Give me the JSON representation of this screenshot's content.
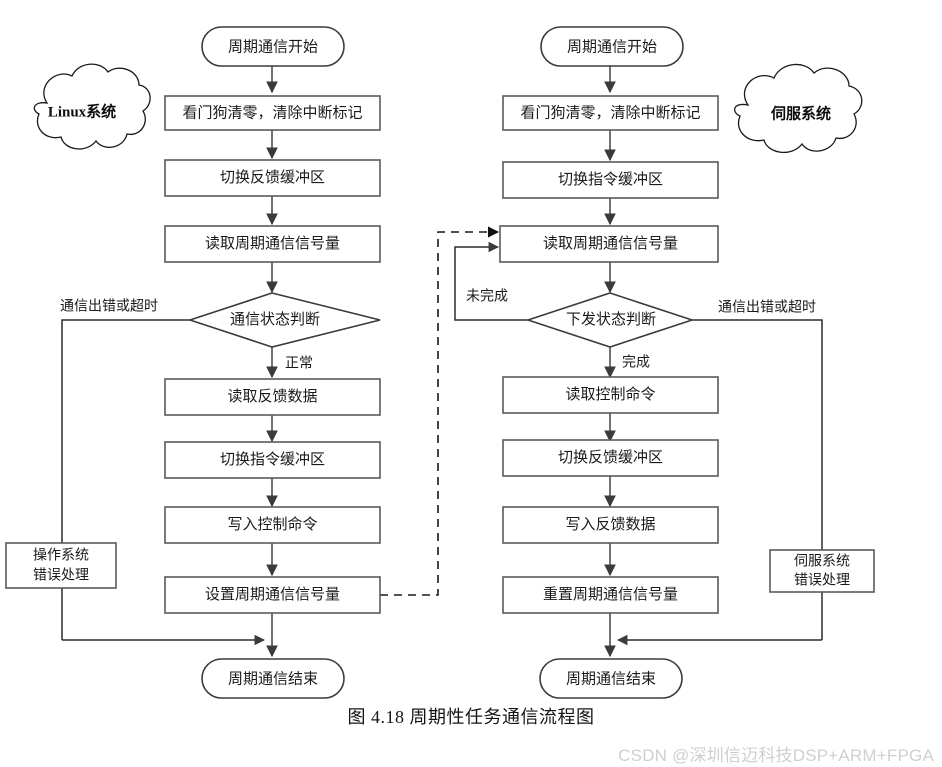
{
  "figure": {
    "caption": "图 4.18 周期性任务通信流程图",
    "watermark": "CSDN @深圳信迈科技DSP+ARM+FPGA",
    "colors": {
      "background": "#ffffff",
      "box_stroke": "#5a5a5a",
      "edge_stroke": "#5a5a5a",
      "dashed_stroke": "#1a1a1a",
      "text": "#1a1a1a",
      "watermark": "#cfcfcf"
    }
  },
  "clouds": [
    {
      "id": "cloud-linux",
      "label": "Linux系统"
    },
    {
      "id": "cloud-servo",
      "label": "伺服系统"
    }
  ],
  "left_flow": {
    "title": "Linux系统",
    "start": "周期通信开始",
    "steps": [
      "看门狗清零，清除中断标记",
      "切换反馈缓冲区",
      "读取周期通信信号量"
    ],
    "decision": "通信状态判断",
    "decision_branch_error": "通信出错或超时",
    "decision_branch_ok": "正常",
    "after_decision": [
      "读取反馈数据",
      "切换指令缓冲区",
      "写入控制命令",
      "设置周期通信信号量"
    ],
    "error_handler": {
      "line1": "操作系统",
      "line2": "错误处理"
    },
    "end": "周期通信结束"
  },
  "right_flow": {
    "title": "伺服系统",
    "start": "周期通信开始",
    "steps": [
      "看门狗清零，清除中断标记",
      "切换指令缓冲区",
      "读取周期通信信号量"
    ],
    "decision": "下发状态判断",
    "decision_branch_incomplete": "未完成",
    "decision_branch_error": "通信出错或超时",
    "decision_branch_ok": "完成",
    "after_decision": [
      "读取控制命令",
      "切换反馈缓冲区",
      "写入反馈数据",
      "重置周期通信信号量"
    ],
    "error_handler": {
      "line1": "伺服系统",
      "line2": "错误处理"
    },
    "end": "周期通信结束"
  },
  "chart_data": {
    "type": "diagram",
    "title": "图 4.18 周期性任务通信流程图",
    "lanes": [
      {
        "name": "Linux系统",
        "nodes": [
          {
            "id": "L0",
            "type": "terminator",
            "text": "周期通信开始"
          },
          {
            "id": "L1",
            "type": "process",
            "text": "看门狗清零，清除中断标记"
          },
          {
            "id": "L2",
            "type": "process",
            "text": "切换反馈缓冲区"
          },
          {
            "id": "L3",
            "type": "process",
            "text": "读取周期通信信号量"
          },
          {
            "id": "L4",
            "type": "decision",
            "text": "通信状态判断"
          },
          {
            "id": "L5",
            "type": "process",
            "text": "读取反馈数据"
          },
          {
            "id": "L6",
            "type": "process",
            "text": "切换指令缓冲区"
          },
          {
            "id": "L7",
            "type": "process",
            "text": "写入控制命令"
          },
          {
            "id": "L8",
            "type": "process",
            "text": "设置周期通信信号量"
          },
          {
            "id": "L9",
            "type": "process",
            "text": "操作系统\n错误处理"
          },
          {
            "id": "L10",
            "type": "terminator",
            "text": "周期通信结束"
          }
        ],
        "edges": [
          {
            "from": "L0",
            "to": "L1",
            "label": ""
          },
          {
            "from": "L1",
            "to": "L2",
            "label": ""
          },
          {
            "from": "L2",
            "to": "L3",
            "label": ""
          },
          {
            "from": "L3",
            "to": "L4",
            "label": ""
          },
          {
            "from": "L4",
            "to": "L5",
            "label": "正常"
          },
          {
            "from": "L4",
            "to": "L9",
            "label": "通信出错或超时"
          },
          {
            "from": "L5",
            "to": "L6",
            "label": ""
          },
          {
            "from": "L6",
            "to": "L7",
            "label": ""
          },
          {
            "from": "L7",
            "to": "L8",
            "label": ""
          },
          {
            "from": "L8",
            "to": "L10",
            "label": ""
          },
          {
            "from": "L9",
            "to": "L10",
            "label": ""
          }
        ]
      },
      {
        "name": "伺服系统",
        "nodes": [
          {
            "id": "R0",
            "type": "terminator",
            "text": "周期通信开始"
          },
          {
            "id": "R1",
            "type": "process",
            "text": "看门狗清零，清除中断标记"
          },
          {
            "id": "R2",
            "type": "process",
            "text": "切换指令缓冲区"
          },
          {
            "id": "R3",
            "type": "process",
            "text": "读取周期通信信号量"
          },
          {
            "id": "R4",
            "type": "decision",
            "text": "下发状态判断"
          },
          {
            "id": "R5",
            "type": "process",
            "text": "读取控制命令"
          },
          {
            "id": "R6",
            "type": "process",
            "text": "切换反馈缓冲区"
          },
          {
            "id": "R7",
            "type": "process",
            "text": "写入反馈数据"
          },
          {
            "id": "R8",
            "type": "process",
            "text": "重置周期通信信号量"
          },
          {
            "id": "R9",
            "type": "process",
            "text": "伺服系统\n错误处理"
          },
          {
            "id": "R10",
            "type": "terminator",
            "text": "周期通信结束"
          }
        ],
        "edges": [
          {
            "from": "R0",
            "to": "R1",
            "label": ""
          },
          {
            "from": "R1",
            "to": "R2",
            "label": ""
          },
          {
            "from": "R2",
            "to": "R3",
            "label": ""
          },
          {
            "from": "R3",
            "to": "R4",
            "label": ""
          },
          {
            "from": "R4",
            "to": "R5",
            "label": "完成"
          },
          {
            "from": "R4",
            "to": "R3",
            "label": "未完成"
          },
          {
            "from": "R4",
            "to": "R9",
            "label": "通信出错或超时"
          },
          {
            "from": "R5",
            "to": "R6",
            "label": ""
          },
          {
            "from": "R6",
            "to": "R7",
            "label": ""
          },
          {
            "from": "R7",
            "to": "R8",
            "label": ""
          },
          {
            "from": "R8",
            "to": "R10",
            "label": ""
          },
          {
            "from": "R9",
            "to": "R10",
            "label": ""
          }
        ]
      }
    ],
    "cross_lane_edges": [
      {
        "from": "L8",
        "to": "R3",
        "style": "dashed",
        "label": ""
      }
    ]
  }
}
